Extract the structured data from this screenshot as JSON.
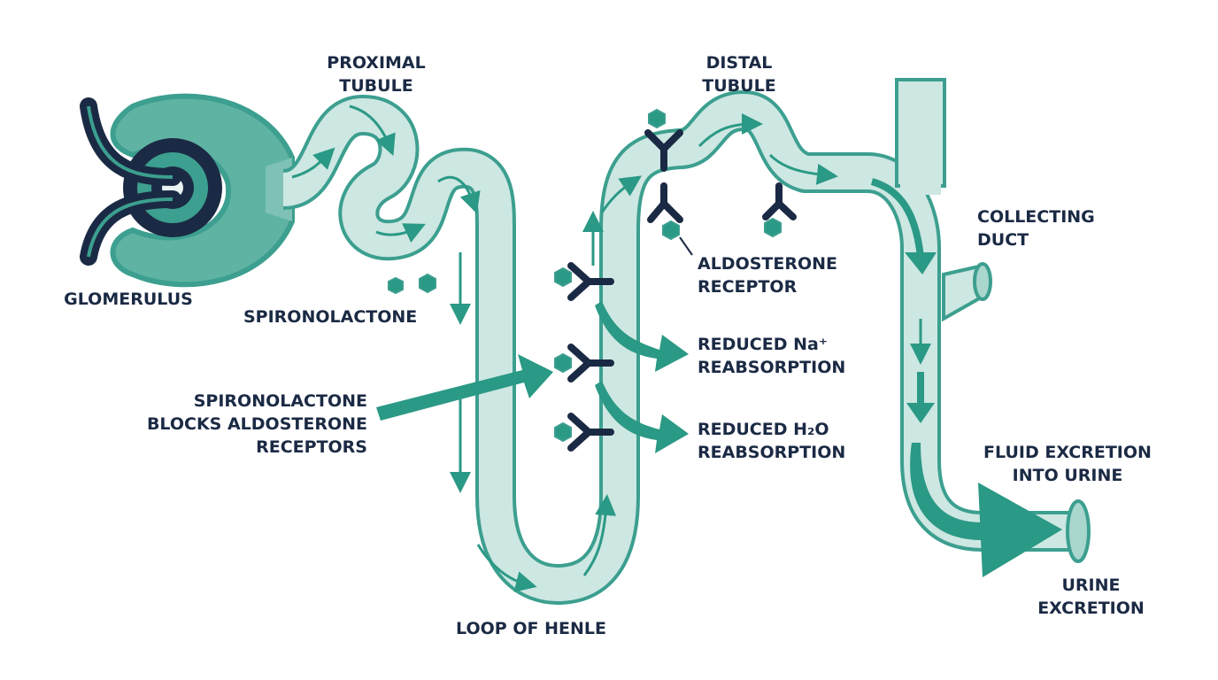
{
  "colors": {
    "tube_fill": "#cde7e2",
    "tube_stroke": "#3c9f8f",
    "accent": "#2a9985",
    "dark": "#1b2a44",
    "text": "#1b2a44"
  },
  "labels": {
    "glomerulus": "GLOMERULUS",
    "proximal_tubule": [
      "PROXIMAL",
      "TUBULE"
    ],
    "distal_tubule": [
      "DISTAL",
      "TUBULE"
    ],
    "collecting_duct": [
      "COLLECTING",
      "DUCT"
    ],
    "spironolactone": "SPIRONOLACTONE",
    "aldosterone_receptor": [
      "ALDOSTERONE",
      "RECEPTOR"
    ],
    "reduced_na": [
      "REDUCED Na⁺",
      "REABSORPTION"
    ],
    "reduced_h2o": [
      "REDUCED H₂O",
      "REABSORPTION"
    ],
    "blocks": [
      "SPIRONOLACTONE",
      "BLOCKS ALDOSTERONE",
      "RECEPTORS"
    ],
    "fluid_excretion": [
      "FLUID EXCRETION",
      "INTO URINE"
    ],
    "urine_excretion": [
      "URINE",
      "EXCRETION"
    ],
    "loop_of_henle": "LOOP OF HENLE"
  },
  "icons": [
    "glomerulus-icon",
    "receptor-icon",
    "spironolactone-molecule-icon",
    "flow-arrow-icon"
  ]
}
